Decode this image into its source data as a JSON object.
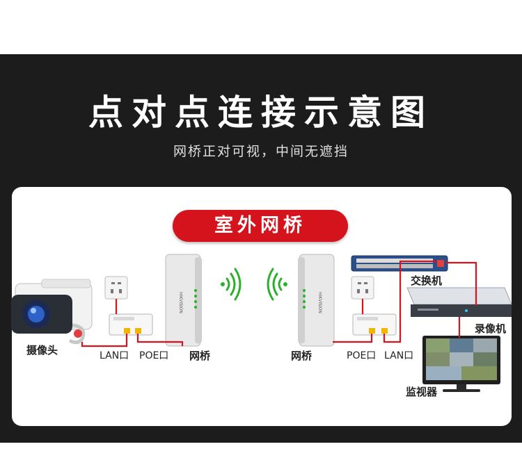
{
  "title": "点对点连接示意图",
  "subtitle": "网桥正对可视，中间无遮挡",
  "banner": "室外网桥",
  "labels": {
    "camera": "摄像头",
    "lan_left": "LAN口",
    "poe_left": "POE口",
    "bridge_left": "网桥",
    "bridge_right": "网桥",
    "poe_right": "POE口",
    "lan_right": "LAN口",
    "switch": "交换机",
    "recorder": "录像机",
    "monitor": "监视器"
  },
  "device_brand": "HIKVISION",
  "colors": {
    "accent_red": "#d5131d",
    "wifi_green": "#2bb02b",
    "dark_band": "#1c1c1c",
    "switch_blue": "#2b4f8a"
  }
}
